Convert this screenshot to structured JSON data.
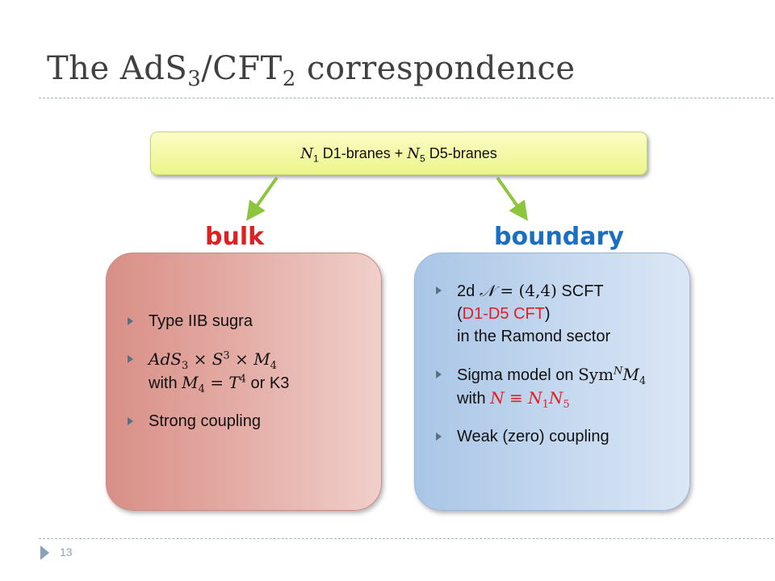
{
  "slide": {
    "title_main": "The AdS",
    "title_sub1": "3",
    "title_mid": "/CFT",
    "title_sub2": "2",
    "title_end": " correspondence",
    "page_number": "13"
  },
  "top_box": {
    "n1": "N",
    "n1_sub": "1",
    "text1": " D1-branes + ",
    "n5": "N",
    "n5_sub": "5",
    "text2": " D5-branes"
  },
  "headings": {
    "bulk": "bulk",
    "boundary": "boundary"
  },
  "bulk_items": {
    "item1": "Type IIB sugra",
    "item2_ads": "AdS",
    "item2_sub3": "3",
    "item2_times1": " × ",
    "item2_s": "S",
    "item2_sup3": "3",
    "item2_times2": " × ",
    "item2_m": "M",
    "item2_sub4": "4",
    "item2_with": "with ",
    "item2_m2": "M",
    "item2_sub4b": "4",
    "item2_eq": " = ",
    "item2_t": "T",
    "item2_sup4": "4",
    "item2_or": " or K3",
    "item3": "Strong coupling"
  },
  "boundary_items": {
    "item1_a": "2d ",
    "item1_n": "𝒩",
    "item1_eq": " = (4,4)",
    "item1_b": " SCFT",
    "item1_paren_open": "(",
    "item1_cft": "D1-D5 CFT",
    "item1_paren_close": ")",
    "item1_c": "in the Ramond sector",
    "item2_a": "Sigma model on ",
    "item2_sym": "Sym",
    "item2_supN": "N",
    "item2_m": "M",
    "item2_sub4": "4",
    "item2_with": "with ",
    "item2_n": "N",
    "item2_equiv": " ≡ ",
    "item2_n1": "N",
    "item2_sub1": "1",
    "item2_n5": "N",
    "item2_sub5": "5",
    "item3": "Weak (zero) coupling"
  },
  "colors": {
    "bulk": "#e02020",
    "boundary": "#1a6fc2",
    "arrow": "#8cc63f"
  }
}
